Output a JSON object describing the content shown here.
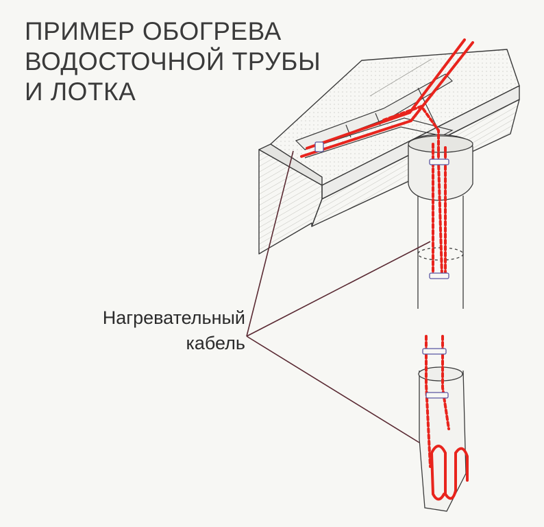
{
  "title": {
    "lines": [
      "ПРИМЕР  ОБОГРЕВА",
      "ВОДОСТОЧНОЙ ТРУБЫ",
      "И ЛОТКА"
    ]
  },
  "label": {
    "lines": [
      "Нагревательный",
      "кабель"
    ]
  },
  "colors": {
    "cable": "#e8241d",
    "outline": "#3a3a3a",
    "leader": "#5a2a33",
    "clip": "#5a55a0"
  }
}
